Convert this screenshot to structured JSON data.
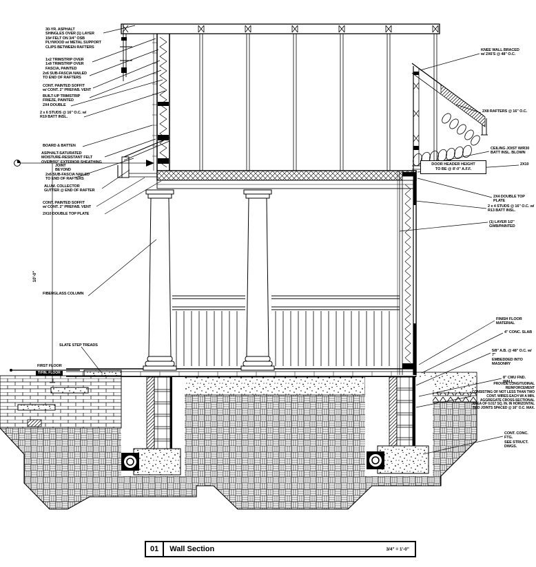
{
  "drawing": {
    "title_block": {
      "number": "01",
      "title": "Wall Section",
      "scale": "3/4\" = 1'-0\""
    },
    "dimension_wall_height": "10'-0\"",
    "level_marker": {
      "line1": "FIRST FLOOR",
      "line2": "T/FIN. FLOOR"
    },
    "boxed_note": "DOOR HEADER HEIGHT\nTO BE @ 8'-0\" A.F.F.",
    "colors": {
      "ink": "#000000",
      "paper": "#ffffff"
    },
    "annotations_left": [
      {
        "name": "roof-shingles",
        "text": "30-YR. ASPHALT\nSHINGLES OVER (1) LAYER\n15# FELT ON 3/4\" OSB\nPLYWOOD w/ METAL SUPPORT\nCLIPS BETWEEN RAFTERS"
      },
      {
        "name": "trimstrip",
        "text": "1x2 TRIMSTRIP OVER\n1x8 TRIMSTRIP OVER\nFASCIA, PAINTED"
      },
      {
        "name": "subfascia-upper",
        "text": "2x6 SUB-FASCIA NAILED\nTO END OF RAFTERS"
      },
      {
        "name": "soffit-upper",
        "text": "CONT. PAINTED SOFFIT\nw/ CONT. 2\" PREFAB. VENT"
      },
      {
        "name": "frieze",
        "text": "BUILT-UP TRIMSTRIP\nFRIEZE, PAINTED"
      },
      {
        "name": "double-2x4",
        "text": "2X4 DOUBLE"
      },
      {
        "name": "studs-2x6",
        "text": "2 x 6 STUDS @ 16\" O.C. w/\nR19 BATT INSL."
      },
      {
        "name": "board-batten",
        "text": "BOARD & BATTEN"
      },
      {
        "name": "felt",
        "text": "ASPHALT-SATURATED\nMOISTURE-RESISTANT FELT\nOVER 1/2\" EXTERIOR SHEATHING"
      },
      {
        "name": "joint-beyond",
        "text": "JOINT\nBEYOND"
      },
      {
        "name": "subfascia-porch",
        "text": "2x6 SUB-FASCIA NAILED\nTO END OF RAFTERS"
      },
      {
        "name": "gutter",
        "text": "ALUM. COLLECTOR\nGUTTER @ END OF RAFTER"
      },
      {
        "name": "soffit-porch",
        "text": "CONT. PAINTED SOFFIT\nw/ CONT. 2\" PREFAB. VENT"
      },
      {
        "name": "top-plate-2x10",
        "text": "2X10 DOUBLE TOP PLATE"
      },
      {
        "name": "fiberglass-column",
        "text": "FIBERGLASS COLUMN"
      },
      {
        "name": "slate-treads",
        "text": "SLATE STEP TREADS"
      }
    ],
    "annotations_right": [
      {
        "name": "knee-wall",
        "text": "KNEE WALL BRACED\nw/ 2X6'S @ 48\" O.C."
      },
      {
        "name": "rafters-2x8",
        "text": "2X8 RAFTERS @ 16\" O.C."
      },
      {
        "name": "ceiling-joist",
        "text": "CEILING JOIST W/R30\nBATT INSL. BLOWN"
      },
      {
        "name": "joist-2x10",
        "text": "2X10"
      },
      {
        "name": "top-plate-2x4",
        "text": "2X4 DOUBLE TOP PLATE"
      },
      {
        "name": "studs-2x4",
        "text": "2 x 4 STUDS @ 16\" O.C. w/\nR13 BATT INSL."
      },
      {
        "name": "gwb",
        "text": "(1) LAYER 1/2\" GWB/PAINTED"
      },
      {
        "name": "finish-floor",
        "text": "FINISH FLOOR MATERIAL"
      },
      {
        "name": "conc-slab",
        "text": "4\" CONC. SLAB"
      },
      {
        "name": "anchor-bolt",
        "text": "5/8\" A.B. @ 48\" O.C. w/ 7\"\nEMBEDDED INTO MASONRY"
      },
      {
        "name": "cmu-wall",
        "text": "8\" CMU FND. WALL"
      },
      {
        "name": "reinforcement",
        "text": "PROVIDE LONGITUDINAL\nREINFORCEMENT\nCONSISTING OF NOT LESS THAN TWO\nCONT. WIRES EACH W/ A MIN.\nAGGREGATE CROSS-SECTIONAL\nAREA OF 0.017 SQ. IN. IN HORIZONTAL\nBED JOINTS SPACED @ 16\" O.C. MAX."
      },
      {
        "name": "footing",
        "text": "CONT. CONC. FTG.\nSEE STRUCT. DWGS."
      }
    ]
  }
}
